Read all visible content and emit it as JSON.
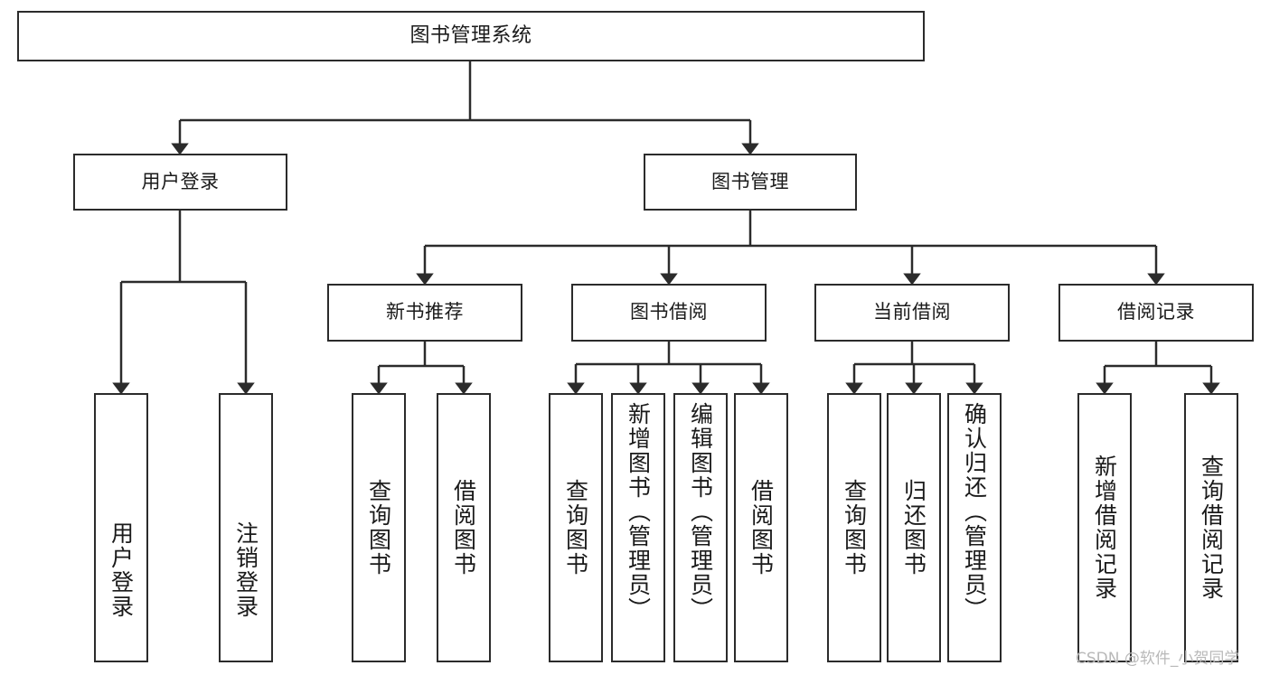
{
  "diagram": {
    "title": "图书管理系统",
    "type": "hierarchy-tree",
    "root": {
      "label": "图书管理系统"
    },
    "level1": [
      {
        "id": "user-login",
        "label": "用户登录"
      },
      {
        "id": "book-management",
        "label": "图书管理"
      }
    ],
    "level2": [
      {
        "id": "new-book-recommend",
        "label": "新书推荐"
      },
      {
        "id": "book-borrow",
        "label": "图书借阅"
      },
      {
        "id": "current-borrow",
        "label": "当前借阅"
      },
      {
        "id": "borrow-record",
        "label": "借阅记录"
      }
    ],
    "leaves": {
      "user_login": [
        {
          "id": "leaf-user-login",
          "label": "用户登录"
        },
        {
          "id": "leaf-logout",
          "label": "注销登录"
        }
      ],
      "new_book_recommend": [
        {
          "id": "leaf-query-book-1",
          "label": "查询图书"
        },
        {
          "id": "leaf-borrow-book-1",
          "label": "借阅图书"
        }
      ],
      "book_borrow": [
        {
          "id": "leaf-query-book-2",
          "label": "查询图书"
        },
        {
          "id": "leaf-add-book",
          "label": "新增图书（管理员）"
        },
        {
          "id": "leaf-edit-book",
          "label": "编辑图书（管理员）"
        },
        {
          "id": "leaf-borrow-book-2",
          "label": "借阅图书"
        }
      ],
      "current_borrow": [
        {
          "id": "leaf-query-book-3",
          "label": "查询图书"
        },
        {
          "id": "leaf-return-book",
          "label": "归还图书"
        },
        {
          "id": "leaf-confirm-return",
          "label": "确认归还（管理员）"
        }
      ],
      "borrow_record": [
        {
          "id": "leaf-add-record",
          "label": "新增借阅记录"
        },
        {
          "id": "leaf-query-record",
          "label": "查询借阅记录"
        }
      ]
    }
  },
  "watermark": {
    "text": "CSDN @软件_小贺同学"
  },
  "colors": {
    "stroke": "#2b2b2b",
    "fill": "#ffffff",
    "text": "#1a1a1a",
    "watermark": "#b9b9b9"
  }
}
